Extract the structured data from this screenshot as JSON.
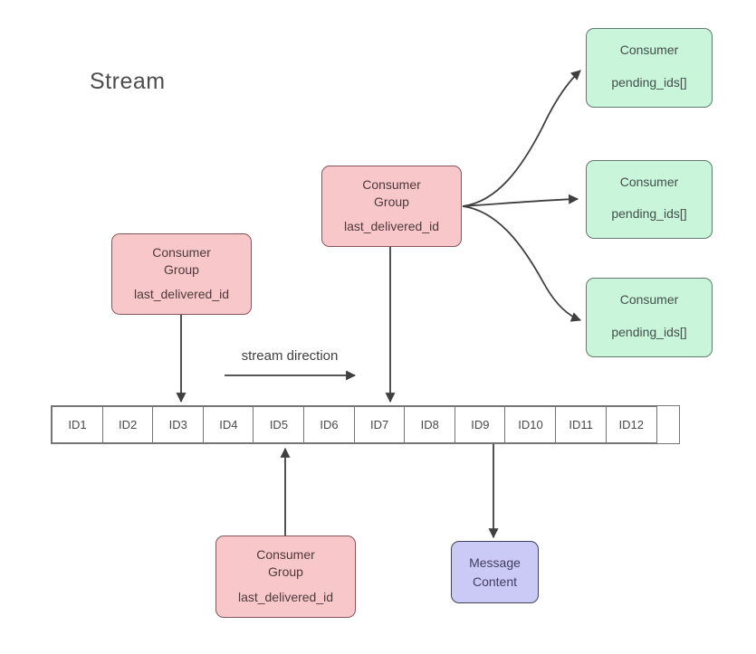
{
  "title": "Stream",
  "stream_direction_label": "stream direction",
  "stream_cells": [
    "ID1",
    "ID2",
    "ID3",
    "ID4",
    "ID5",
    "ID6",
    "ID7",
    "ID8",
    "ID9",
    "ID10",
    "ID11",
    "ID12"
  ],
  "consumer_groups": [
    {
      "position": "left",
      "title_line1": "Consumer",
      "title_line2": "Group",
      "field": "last_delivered_id",
      "points_to": "ID3"
    },
    {
      "position": "middle",
      "title_line1": "Consumer",
      "title_line2": "Group",
      "field": "last_delivered_id",
      "points_to": "ID7"
    },
    {
      "position": "bottom",
      "title_line1": "Consumer",
      "title_line2": "Group",
      "field": "last_delivered_id",
      "points_to": "ID5"
    }
  ],
  "consumers": [
    {
      "title": "Consumer",
      "field": "pending_ids[]"
    },
    {
      "title": "Consumer",
      "field": "pending_ids[]"
    },
    {
      "title": "Consumer",
      "field": "pending_ids[]"
    }
  ],
  "message_box": {
    "line1": "Message",
    "line2": "Content",
    "source_cell": "ID9"
  },
  "colors": {
    "background": "#ffffff",
    "consumer_group_fill": "#f8c7c9",
    "consumer_group_border": "#84555a",
    "consumer_fill": "#c9f5da",
    "consumer_border": "#62796d",
    "message_fill": "#cbc9f5",
    "message_border": "#43425e",
    "cell_border": "#757575",
    "arrow": "#3f3f3f"
  }
}
